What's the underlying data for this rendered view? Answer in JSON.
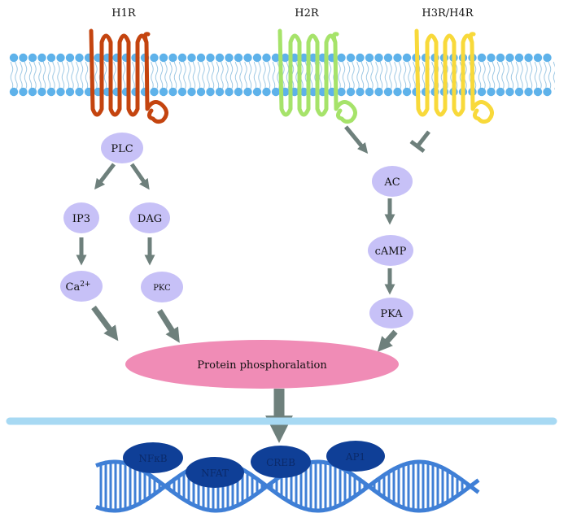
{
  "receptors": [
    {
      "label": "H1R",
      "color": "#c4440f"
    },
    {
      "label": "H2R",
      "color": "#a6e36a"
    },
    {
      "label": "H3R/H4R",
      "color": "#f8d93a"
    }
  ],
  "nodes": {
    "plc": "PLC",
    "ip3": "IP3",
    "dag": "DAG",
    "ca": "Ca",
    "ca_sup": "2+",
    "pkc": "PKC",
    "ac": "AC",
    "camp": "cAMP",
    "pka": "PKA",
    "protein": "Protein phosphoralation"
  },
  "transcription_factors": [
    "NFκB",
    "NFAT",
    "CREB",
    "AP1"
  ],
  "colors": {
    "node_fill": "#c7c1f7",
    "protein_fill": "#f08cb6",
    "arrow": "#6e807c",
    "membrane_head": "#5eb2ea",
    "nucleus_line": "#a7d9f3",
    "dna": "#3f7fd6",
    "tf_fill": "#0f3f97"
  }
}
